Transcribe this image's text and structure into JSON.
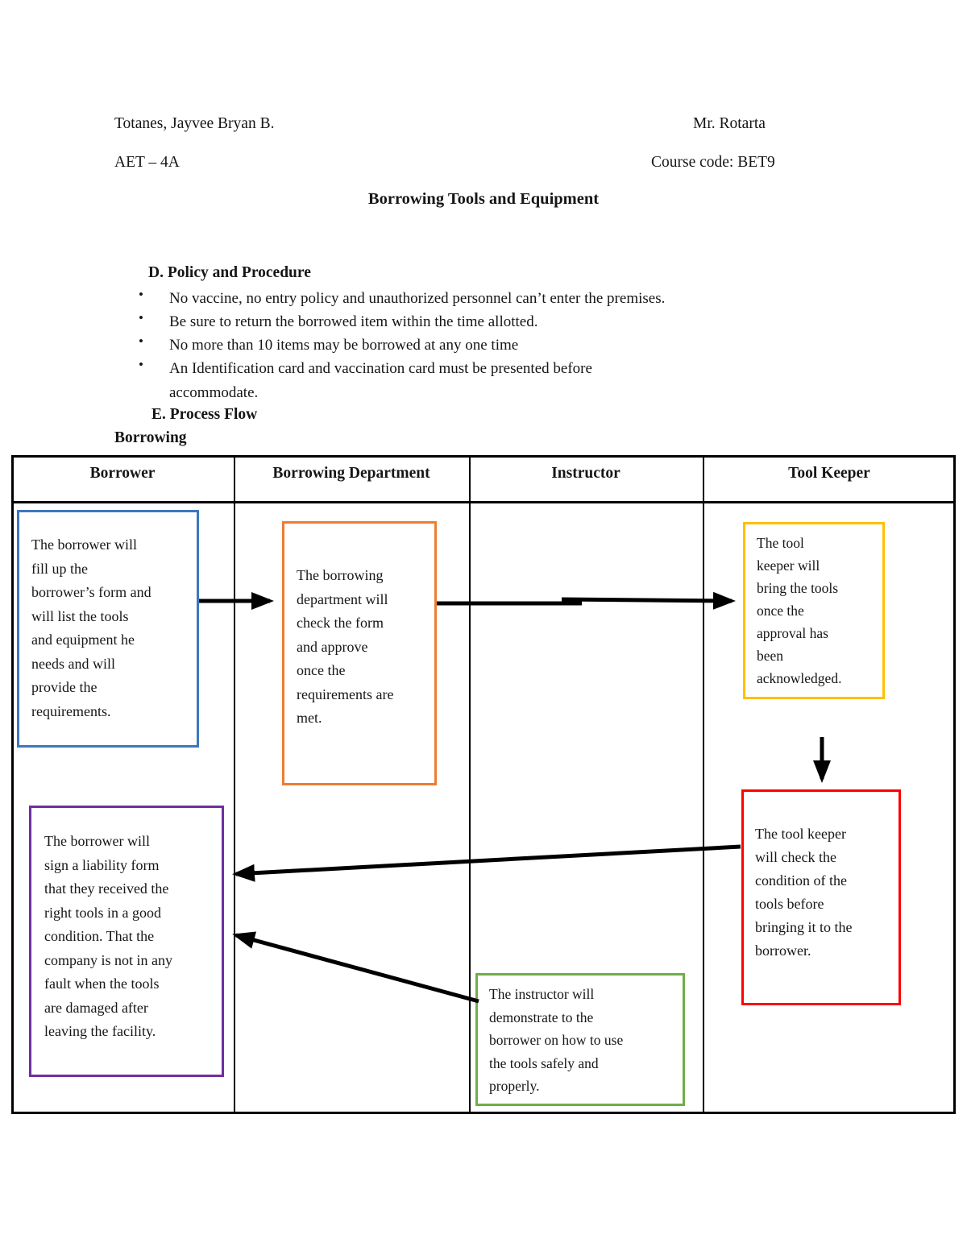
{
  "header": {
    "student_name": "Totanes, Jayvee Bryan B.",
    "teacher_name": "Mr. Rotarta",
    "class_section": "AET – 4A",
    "course_code": "Course code: BET9",
    "title": "Borrowing Tools and Equipment"
  },
  "policy": {
    "heading": "D.  Policy and Procedure",
    "items": [
      "No vaccine, no entry policy and unauthorized personnel can’t enter the premises.",
      "Be sure to return the borrowed item within the time allotted.",
      "No more than 10 items may be borrowed at any one time",
      "An Identification card and vaccination card must be presented before\naccommodate."
    ]
  },
  "flowchart": {
    "heading": "E. Process Flow",
    "title": "Borrowing",
    "lanes": [
      "Borrower",
      "Borrowing Department",
      "Instructor",
      "Tool Keeper"
    ],
    "steps": [
      {
        "id": "borrower-fill-form",
        "lane": "Borrower",
        "color": "#3b78be",
        "text": "The borrower will\nfill up the\nborrower’s form and\nwill list the tools\nand equipment he\nneeds and will\nprovide the\nrequirements."
      },
      {
        "id": "department-check-form",
        "lane": "Borrowing Department",
        "color": "#ed7d31",
        "text": "The borrowing\ndepartment will\ncheck the form\nand approve\nonce the\nrequirements are\nmet."
      },
      {
        "id": "toolkeeper-bring-tools",
        "lane": "Tool Keeper",
        "color": "#ffc000",
        "text": "The tool\nkeeper will\nbring the tools\nonce the\napproval has\nbeen\nacknowledged."
      },
      {
        "id": "toolkeeper-check-condition",
        "lane": "Tool Keeper",
        "color": "#ff0000",
        "text": "The tool keeper\nwill check the\ncondition of the\ntools before\nbringing it to the\nborrower."
      },
      {
        "id": "instructor-demonstrate",
        "lane": "Instructor",
        "color": "#70ad47",
        "text": "The instructor will\ndemonstrate to the\nborrower on how to use\nthe tools safely and\nproperly."
      },
      {
        "id": "borrower-sign-liability",
        "lane": "Borrower",
        "color": "#7030a0",
        "text": "The borrower will\nsign a liability form\nthat they received the\nright tools in a good\ncondition. That the\ncompany is not in any\nfault when the tools\nare damaged after\nleaving the facility."
      }
    ]
  }
}
